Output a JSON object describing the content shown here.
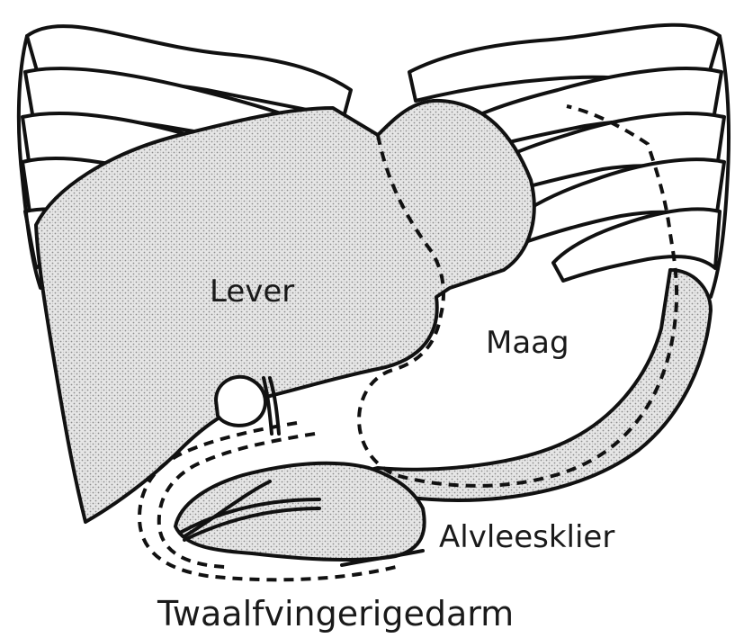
{
  "labels": {
    "liver": "Lever",
    "stomach": "Maag",
    "pancreas": "Alvleesklier",
    "duodenum": "Twaalfvingerigedarm"
  },
  "colors": {
    "outline": "#111111",
    "stipple": "#9a9a9a",
    "background": "#ffffff"
  }
}
